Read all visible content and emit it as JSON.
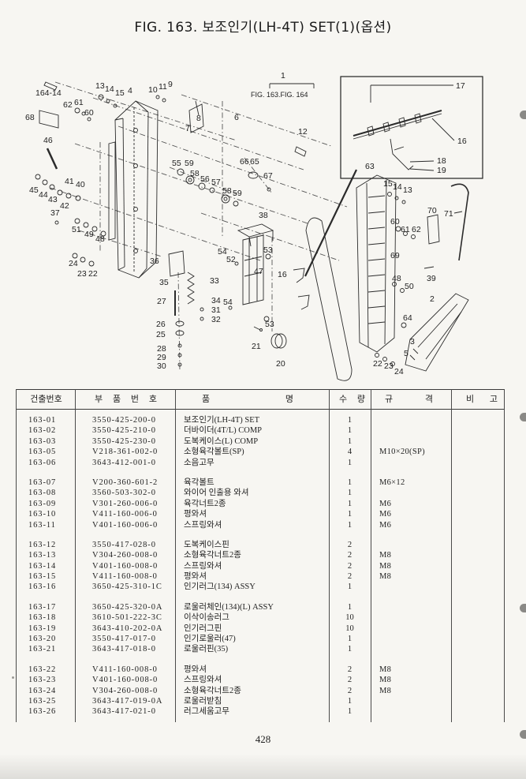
{
  "page": {
    "title": "FIG. 163. 보조인기(LH-4T) SET(1)(옵션)",
    "page_number": "428"
  },
  "diagram": {
    "fig_ref": "FIG. 163.FIG. 164",
    "callouts": [
      "164-14",
      "13",
      "14",
      "15",
      "4",
      "10",
      "11",
      "9",
      "62",
      "61",
      "60",
      "68",
      "8",
      "7",
      "6",
      "46",
      "1",
      "12",
      "55",
      "59",
      "58",
      "56",
      "57",
      "58",
      "59",
      "66",
      "65",
      "67",
      "41",
      "40",
      "45",
      "44",
      "43",
      "42",
      "37",
      "51",
      "49",
      "48",
      "38",
      "54",
      "52",
      "53",
      "24",
      "23",
      "22",
      "36",
      "47",
      "16",
      "35",
      "33",
      "27",
      "34",
      "54",
      "31",
      "32",
      "53",
      "26",
      "25",
      "21",
      "28",
      "29",
      "30",
      "20",
      "17",
      "16",
      "18",
      "19",
      "63",
      "15",
      "14",
      "13",
      "70",
      "71",
      "60",
      "61",
      "62",
      "69",
      "39",
      "48",
      "50",
      "2",
      "64",
      "3",
      "5",
      "22",
      "23",
      "24"
    ]
  },
  "table": {
    "headers": {
      "index_no": "건출번호",
      "part_no": "부 품 번 호",
      "name": "품 명",
      "qty": "수 량",
      "spec": "규 격",
      "remarks": "비 고"
    },
    "groups": [
      [
        {
          "no": "163-01",
          "part_no": "3550-425-200-0",
          "name": "보조인기(LH-4T) SET",
          "qty": "1"
        },
        {
          "no": "163-02",
          "part_no": "3550-425-210-0",
          "name": "더바이더(4T/L) COMP",
          "qty": "1"
        },
        {
          "no": "163-03",
          "part_no": "3550-425-230-0",
          "name": "도복케이스(L) COMP",
          "qty": "1"
        },
        {
          "no": "163-05",
          "part_no": "V218-361-002-0",
          "name": "소형육각볼트(SP)",
          "qty": "4",
          "spec": "M10×20(SP)"
        },
        {
          "no": "163-06",
          "part_no": "3643-412-001-0",
          "name": "소음고무",
          "qty": "1"
        }
      ],
      [
        {
          "no": "163-07",
          "part_no": "V200-360-601-2",
          "name": "육각볼트",
          "qty": "1",
          "spec": "M6×12"
        },
        {
          "no": "163-08",
          "part_no": "3560-503-302-0",
          "name": "와이어 인출용 와셔",
          "qty": "1"
        },
        {
          "no": "163-09",
          "part_no": "V301-260-006-0",
          "name": "육각너트2종",
          "qty": "1",
          "spec": "M6"
        },
        {
          "no": "163-10",
          "part_no": "V411-160-006-0",
          "name": "평와셔",
          "qty": "1",
          "spec": "M6"
        },
        {
          "no": "163-11",
          "part_no": "V401-160-006-0",
          "name": "스프링와셔",
          "qty": "1",
          "spec": "M6"
        }
      ],
      [
        {
          "no": "163-12",
          "part_no": "3550-417-028-0",
          "name": "도복케이스핀",
          "qty": "2"
        },
        {
          "no": "163-13",
          "part_no": "V304-260-008-0",
          "name": "소형육각너트2종",
          "qty": "2",
          "spec": "M8"
        },
        {
          "no": "163-14",
          "part_no": "V401-160-008-0",
          "name": "스프링와셔",
          "qty": "2",
          "spec": "M8"
        },
        {
          "no": "163-15",
          "part_no": "V411-160-008-0",
          "name": "평와셔",
          "qty": "2",
          "spec": "M8"
        },
        {
          "no": "163-16",
          "part_no": "3650-425-310-1C",
          "name": "인기러그(134) ASSY",
          "qty": "1"
        }
      ],
      [
        {
          "no": "163-17",
          "part_no": "3650-425-320-0A",
          "name": "로울러체인(134)(L) ASSY",
          "qty": "1"
        },
        {
          "no": "163-18",
          "part_no": "3610-501-222-3C",
          "name": "이삭이송러그",
          "qty": "10"
        },
        {
          "no": "163-19",
          "part_no": "3643-410-202-0A",
          "name": "인기러그핀",
          "qty": "10"
        },
        {
          "no": "163-20",
          "part_no": "3550-417-017-0",
          "name": "인기로울러(47)",
          "qty": "1"
        },
        {
          "no": "163-21",
          "part_no": "3643-417-018-0",
          "name": "로울러핀(35)",
          "qty": "1"
        }
      ],
      [
        {
          "no": "163-22",
          "part_no": "V411-160-008-0",
          "name": "평와셔",
          "qty": "2",
          "spec": "M8"
        },
        {
          "no": "163-23",
          "part_no": "V401-160-008-0",
          "name": "스프링와셔",
          "qty": "2",
          "spec": "M8"
        },
        {
          "no": "163-24",
          "part_no": "V304-260-008-0",
          "name": "소형육각너트2종",
          "qty": "2",
          "spec": "M8"
        },
        {
          "no": "163-25",
          "part_no": "3643-417-019-0A",
          "name": "로울러받침",
          "qty": "1"
        },
        {
          "no": "163-26",
          "part_no": "3643-417-021-0",
          "name": "러그세움고무",
          "qty": "1"
        }
      ]
    ]
  }
}
